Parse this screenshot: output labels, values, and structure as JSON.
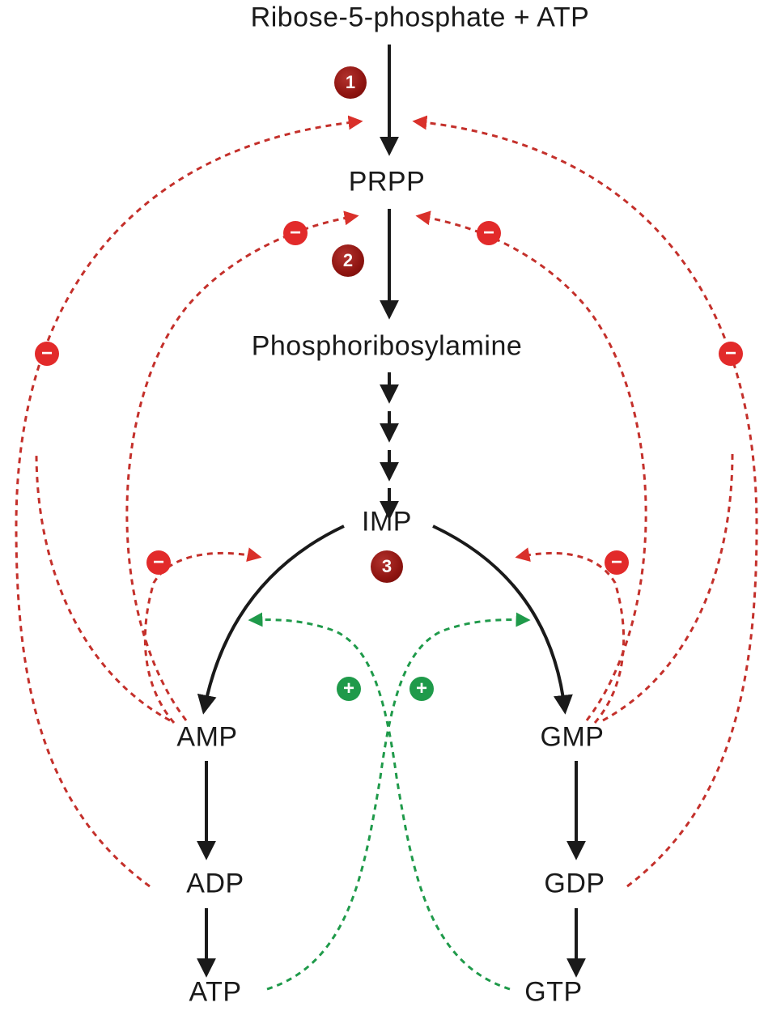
{
  "nodes": {
    "ribose": "Ribose-5-phosphate + ATP",
    "prpp": "PRPP",
    "pra": "Phosphoribosylamine",
    "imp": "IMP",
    "amp": "AMP",
    "adp": "ADP",
    "atp": "ATP",
    "gmp": "GMP",
    "gdp": "GDP",
    "gtp": "GTP"
  },
  "steps": {
    "s1": "1",
    "s2": "2",
    "s3": "3"
  },
  "signs": {
    "inhibit": "−",
    "activate": "+"
  },
  "colors": {
    "reaction_arrow": "#1a1a1a",
    "inhibition": "#c4302b",
    "inhibition_badge": "#e22a2a",
    "activation": "#1f9a4a",
    "step_badge": "#8e1410"
  }
}
